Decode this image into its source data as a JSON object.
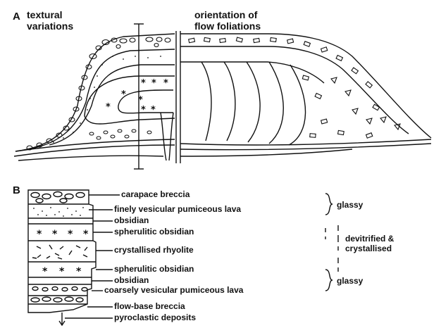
{
  "panel_a": {
    "letter": "A",
    "left_title_lines": [
      "textural",
      "variations"
    ],
    "right_title_lines": [
      "orientation of",
      "flow foliations"
    ]
  },
  "panel_b": {
    "letter": "B",
    "layers": [
      "carapace breccia",
      "finely vesicular pumiceous lava",
      "obsidian",
      "spherulitic obsidian",
      "crystallised rhyolite",
      "spherulitic obsidian",
      "obsidian",
      "coarsely vesicular  pumiceous lava",
      "flow-base breccia",
      "pyroclastic deposits"
    ],
    "zones": [
      {
        "lines": [
          "glassy"
        ]
      },
      {
        "lines": [
          "devitrified &",
          "crystallised"
        ]
      },
      {
        "lines": [
          "glassy"
        ]
      }
    ]
  },
  "colors": {
    "ink": "#111111",
    "background": "#ffffff"
  }
}
